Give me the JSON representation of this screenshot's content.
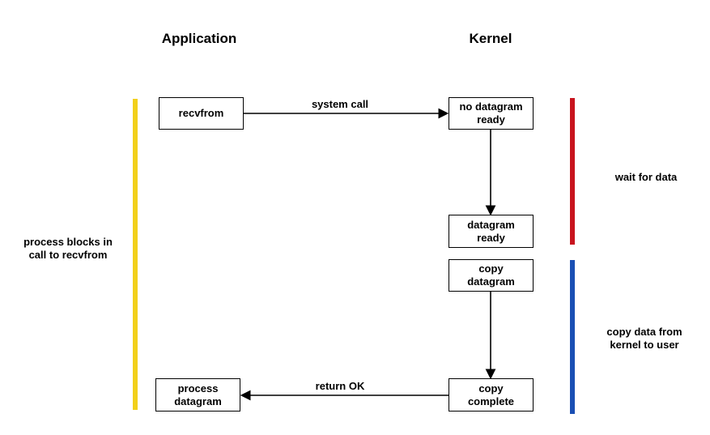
{
  "titles": {
    "application": "Application",
    "kernel": "Kernel"
  },
  "boxes": {
    "recvfrom": "recvfrom",
    "no_datagram_ready": "no datagram\nready",
    "datagram_ready": "datagram\nready",
    "copy_datagram": "copy\ndatagram",
    "copy_complete": "copy\ncomplete",
    "process_datagram": "process\ndatagram"
  },
  "arrows": {
    "system_call": "system call",
    "return_ok": "return OK"
  },
  "side_labels": {
    "process_blocks": "process blocks in\ncall to recvfrom",
    "wait_for_data": "wait for data",
    "copy_data": "copy data from\nkernel to user"
  },
  "colors": {
    "yellow_bar": "#f2d01a",
    "red_bar": "#c8141e",
    "blue_bar": "#1a4fb4"
  }
}
